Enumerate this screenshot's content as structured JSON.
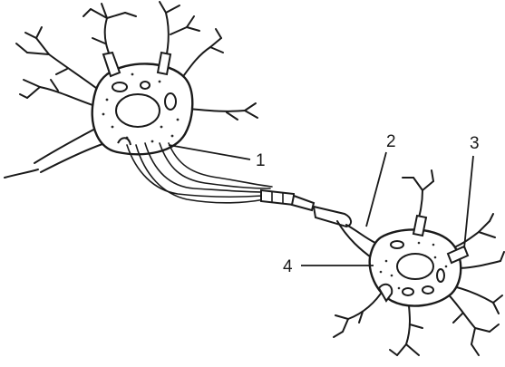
{
  "diagram": {
    "labels": [
      {
        "id": "label-1",
        "text": "1"
      },
      {
        "id": "label-2",
        "text": "2"
      },
      {
        "id": "label-3",
        "text": "3"
      },
      {
        "id": "label-4",
        "text": "4"
      }
    ],
    "colors": {
      "ink": "#1a1a1a",
      "background": "#ffffff"
    }
  }
}
